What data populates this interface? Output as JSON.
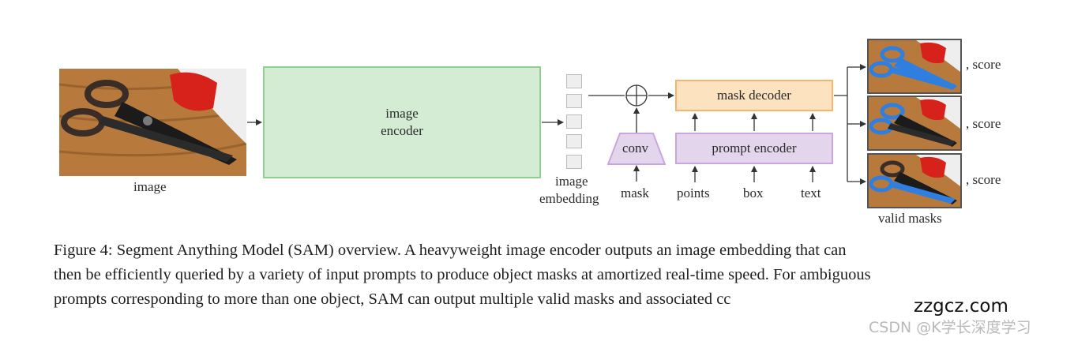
{
  "diagram": {
    "image_label": "image",
    "image_encoder_line1": "image",
    "image_encoder_line2": "encoder",
    "embedding_line1": "image",
    "embedding_line2": "embedding",
    "conv": "conv",
    "mask": "mask",
    "mask_decoder": "mask decoder",
    "prompt_encoder": "prompt encoder",
    "points": "points",
    "box": "box",
    "text": "text",
    "score_labels": [
      ", score",
      ", score",
      ", score"
    ],
    "valid_masks": "valid masks"
  },
  "caption": {
    "line1": "Figure 4: Segment Anything Model (SAM) overview. A heavyweight image encoder outputs an image embedding that can",
    "line2": "then be efficiently queried by a variety of input prompts to produce object masks at amortized real-time speed. For ambiguous",
    "line3": "prompts corresponding to more than one object, SAM can output multiple valid masks and associated cc"
  },
  "watermark": {
    "site": "zzgcz.com",
    "csdn": "CSDN @K学长深度学习"
  },
  "colors": {
    "encoder_fill": "#d3ecd3",
    "decoder_fill": "#fde2bf",
    "prompt_fill": "#e3d6ec",
    "mask_blue": "#2f7fe0"
  }
}
